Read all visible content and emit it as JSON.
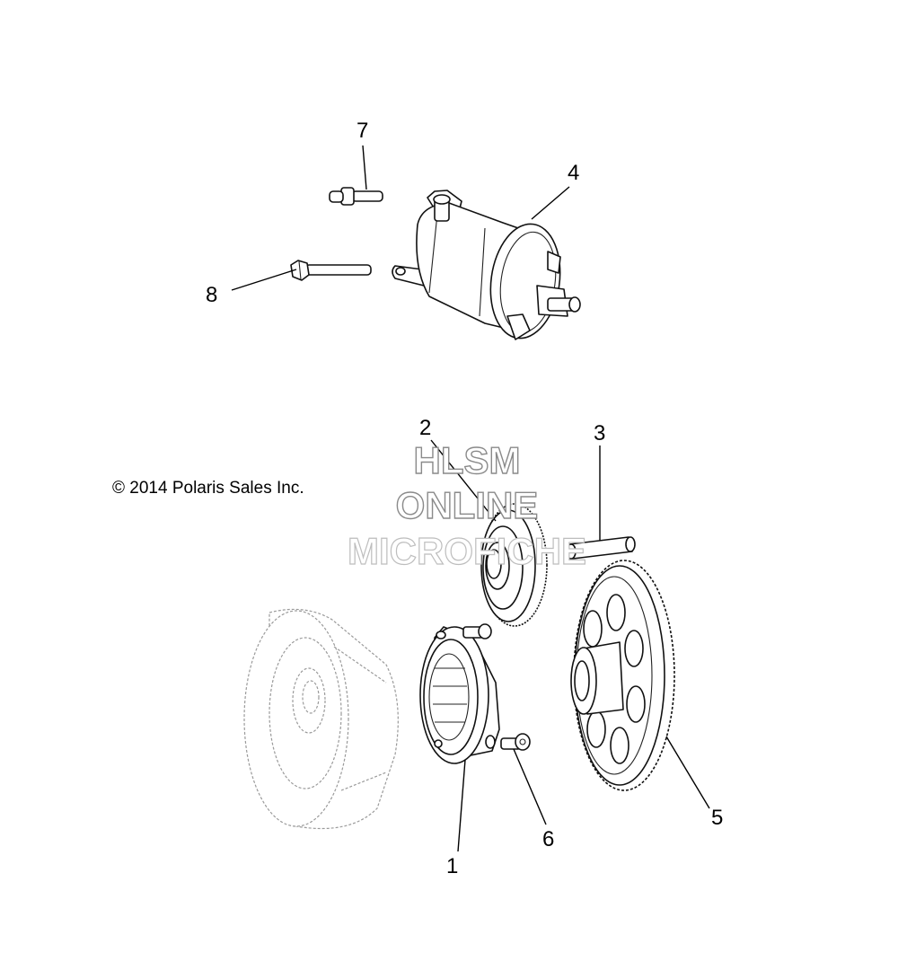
{
  "copyright": "© 2014 Polaris Sales Inc.",
  "watermark": {
    "line1": "HLSM",
    "line2": "ONLINE",
    "line3": "MICROFICHE"
  },
  "callouts": [
    "1",
    "2",
    "3",
    "4",
    "5",
    "6",
    "7",
    "8"
  ]
}
